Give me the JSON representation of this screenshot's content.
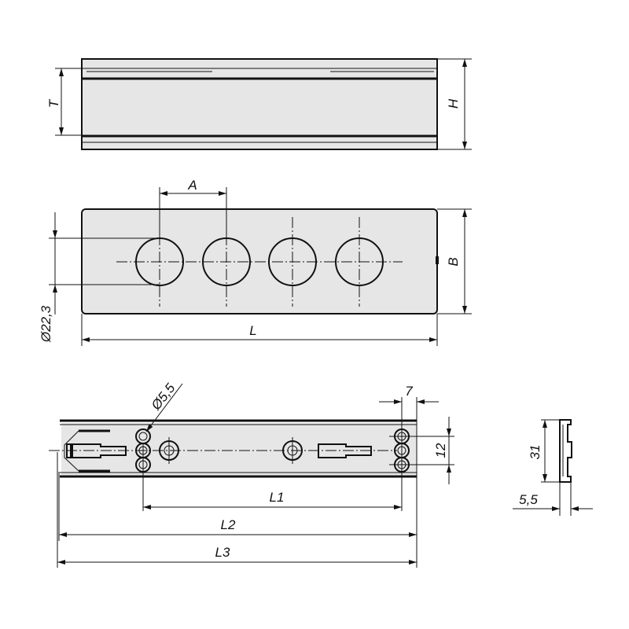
{
  "drawing": {
    "top_view": {
      "dim_T": "T",
      "dim_H": "H"
    },
    "plan_view": {
      "dim_A": "A",
      "dim_B": "B",
      "dim_diameter": "Ø22,3",
      "dim_L": "L",
      "hole_count": 4
    },
    "bottom_view": {
      "dim_hole_diameter": "Ø5,5",
      "dim_7": "7",
      "dim_12": "12",
      "dim_L1": "L1",
      "dim_L2": "L2",
      "dim_L3": "L3"
    },
    "side_view": {
      "dim_31": "31",
      "dim_5_5": "5,5"
    }
  },
  "colors": {
    "line": "#111111",
    "fill": "#e6e6e6"
  }
}
